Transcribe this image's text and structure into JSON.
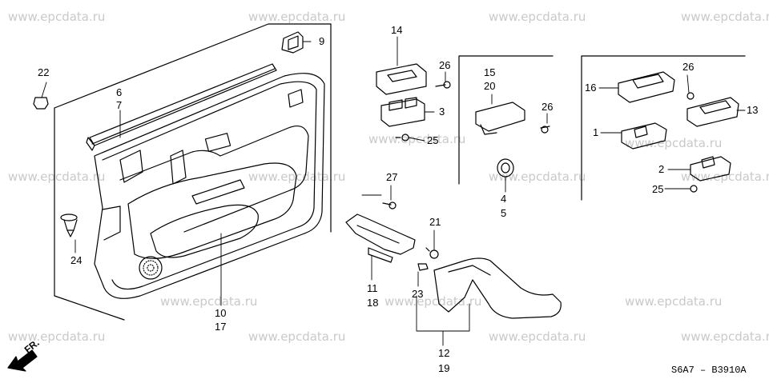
{
  "watermark": "www.epcdata.ru",
  "diagram_code": "S6A7 – B3910A",
  "front_label": "FR.",
  "part_labels": {
    "p1": "1",
    "p2": "2",
    "p3": "3",
    "p4": "4",
    "p5": "5",
    "p6": "6",
    "p7": "7",
    "p9": "9",
    "p10": "10",
    "p11": "11",
    "p12": "12",
    "p13": "13",
    "p14": "14",
    "p15": "15",
    "p16": "16",
    "p17": "17",
    "p18": "18",
    "p19": "19",
    "p20": "20",
    "p21": "21",
    "p22": "22",
    "p23": "23",
    "p24": "24",
    "p25a": "25",
    "p25b": "25",
    "p26a": "26",
    "p26b": "26",
    "p26c": "26",
    "p27": "27"
  }
}
